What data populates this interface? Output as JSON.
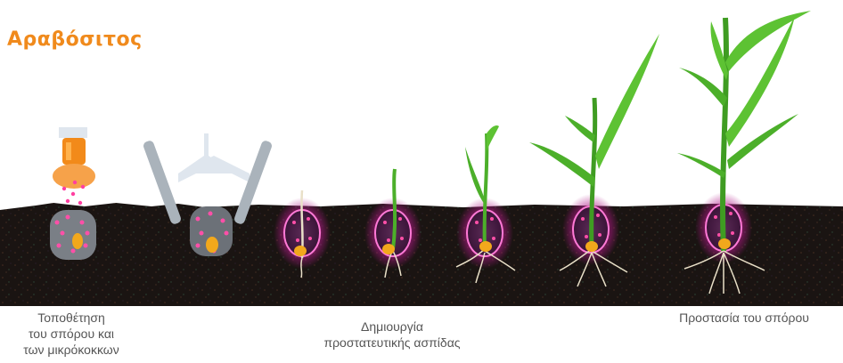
{
  "title": "Αραβόσιτος",
  "captions": {
    "placement": "Τοποθέτηση\nτου σπόρου και\nτων μικρόκοκκων",
    "shield": "Δημιουργία\nπροστατευτικής ασπίδας",
    "protection": "Προστασία του σπόρου"
  },
  "colors": {
    "title": "#f08a1c",
    "soil": "#1a1412",
    "halo": "#d62fa6",
    "leaf": "#4caf2a",
    "granule": "#ff6fa8"
  }
}
